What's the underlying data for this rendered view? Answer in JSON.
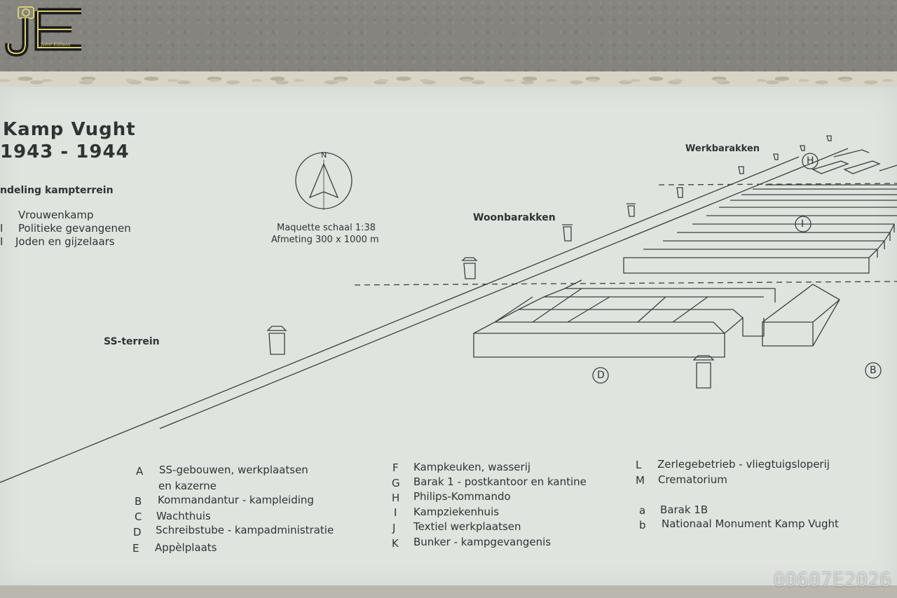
{
  "logo": {
    "initials": "JE",
    "name": "John Edison"
  },
  "plaque": {
    "title_line1": "Kamp Vught",
    "title_line2": "1943 - 1944",
    "subheading": "ndeling kampterrein",
    "divisions": [
      {
        "mark": "",
        "label": "Vrouwenkamp"
      },
      {
        "mark": "I",
        "label": "Politieke gevangenen"
      },
      {
        "mark": "I",
        "label": "Joden en gijzelaars"
      }
    ],
    "compass_letter": "N",
    "scale_line1": "Maquette schaal 1:38",
    "scale_line2": "Afmeting 300 x 1000 m"
  },
  "map_labels": {
    "werkbarakken": "Werkbarakken",
    "woonbarakken": "Woonbarakken",
    "ss_terrein": "SS-terrein",
    "marker_h": "H",
    "marker_i": "I",
    "marker_d": "D",
    "marker_b": "B"
  },
  "legend": {
    "col1": [
      {
        "key": "A",
        "text": "SS-gebouwen, werkplaatsen"
      },
      {
        "key": "",
        "text": "en kazerne"
      },
      {
        "key": "B",
        "text": "Kommandantur - kampleiding"
      },
      {
        "key": "C",
        "text": "Wachthuis"
      },
      {
        "key": "D",
        "text": "Schreibstube - kampadministratie"
      },
      {
        "key": "E",
        "text": "Appèlplaats"
      }
    ],
    "col2": [
      {
        "key": "F",
        "text": "Kampkeuken, wasserij"
      },
      {
        "key": "G",
        "text": "Barak 1 - postkantoor en kantine"
      },
      {
        "key": "H",
        "text": "Philips-Kommando"
      },
      {
        "key": "I",
        "text": "Kampziekenhuis"
      },
      {
        "key": "J",
        "text": "Textiel werkplaatsen"
      },
      {
        "key": "K",
        "text": "Bunker - kampgevangenis"
      }
    ],
    "col3": [
      {
        "key": "L",
        "text": "Zerlegebetrieb - vliegtuigsloperij"
      },
      {
        "key": "M",
        "text": "Crematorium"
      },
      {
        "key": "a",
        "text": "Barak 1B"
      },
      {
        "key": "b",
        "text": "Nationaal Monument Kamp Vught"
      }
    ]
  },
  "photo_stamp": "00607E2026",
  "colors": {
    "ink": "#2f3431",
    "plaque": "#dfe4df",
    "logo_gold": "#d8cf73"
  }
}
